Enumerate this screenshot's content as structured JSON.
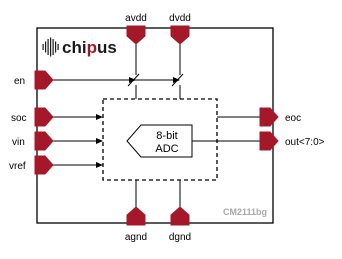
{
  "logo": {
    "text_prefix": "chi",
    "text_accent": "p",
    "text_suffix": "us",
    "accent_color": "#9c1c2b"
  },
  "pin_color": "#a5182a",
  "pins": {
    "top": [
      {
        "id": "avdd",
        "label": "avdd"
      },
      {
        "id": "dvdd",
        "label": "dvdd"
      }
    ],
    "left": [
      {
        "id": "en",
        "label": "en"
      },
      {
        "id": "soc",
        "label": "soc"
      },
      {
        "id": "vin",
        "label": "vin"
      },
      {
        "id": "vref",
        "label": "vref"
      }
    ],
    "right": [
      {
        "id": "eoc",
        "label": "eoc"
      },
      {
        "id": "out",
        "label": "out<7:0>"
      }
    ],
    "bottom": [
      {
        "id": "agnd",
        "label": "agnd"
      },
      {
        "id": "dgnd",
        "label": "dgnd"
      }
    ]
  },
  "adc_block": {
    "line1": "8-bit",
    "line2": "ADC"
  },
  "part_number": "CM2111bg"
}
